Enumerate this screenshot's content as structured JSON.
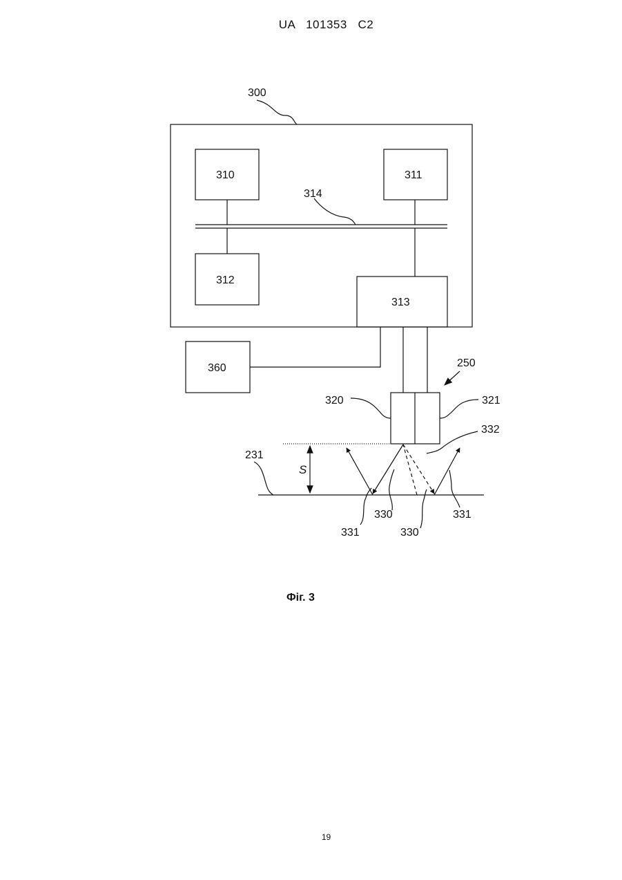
{
  "header": "UA   101353   C2",
  "figure": {
    "caption": "Фіг. 3",
    "labels": {
      "l300": "300",
      "l310": "310",
      "l311": "311",
      "l312": "312",
      "l313": "313",
      "l314": "314",
      "l360": "360",
      "l250": "250",
      "l320": "320",
      "l321": "321",
      "l332": "332",
      "l231": "231",
      "s": "S",
      "l331_left": "331",
      "l330_a": "330",
      "l330_b": "330",
      "l331_right": "331"
    }
  },
  "page_number": "19"
}
